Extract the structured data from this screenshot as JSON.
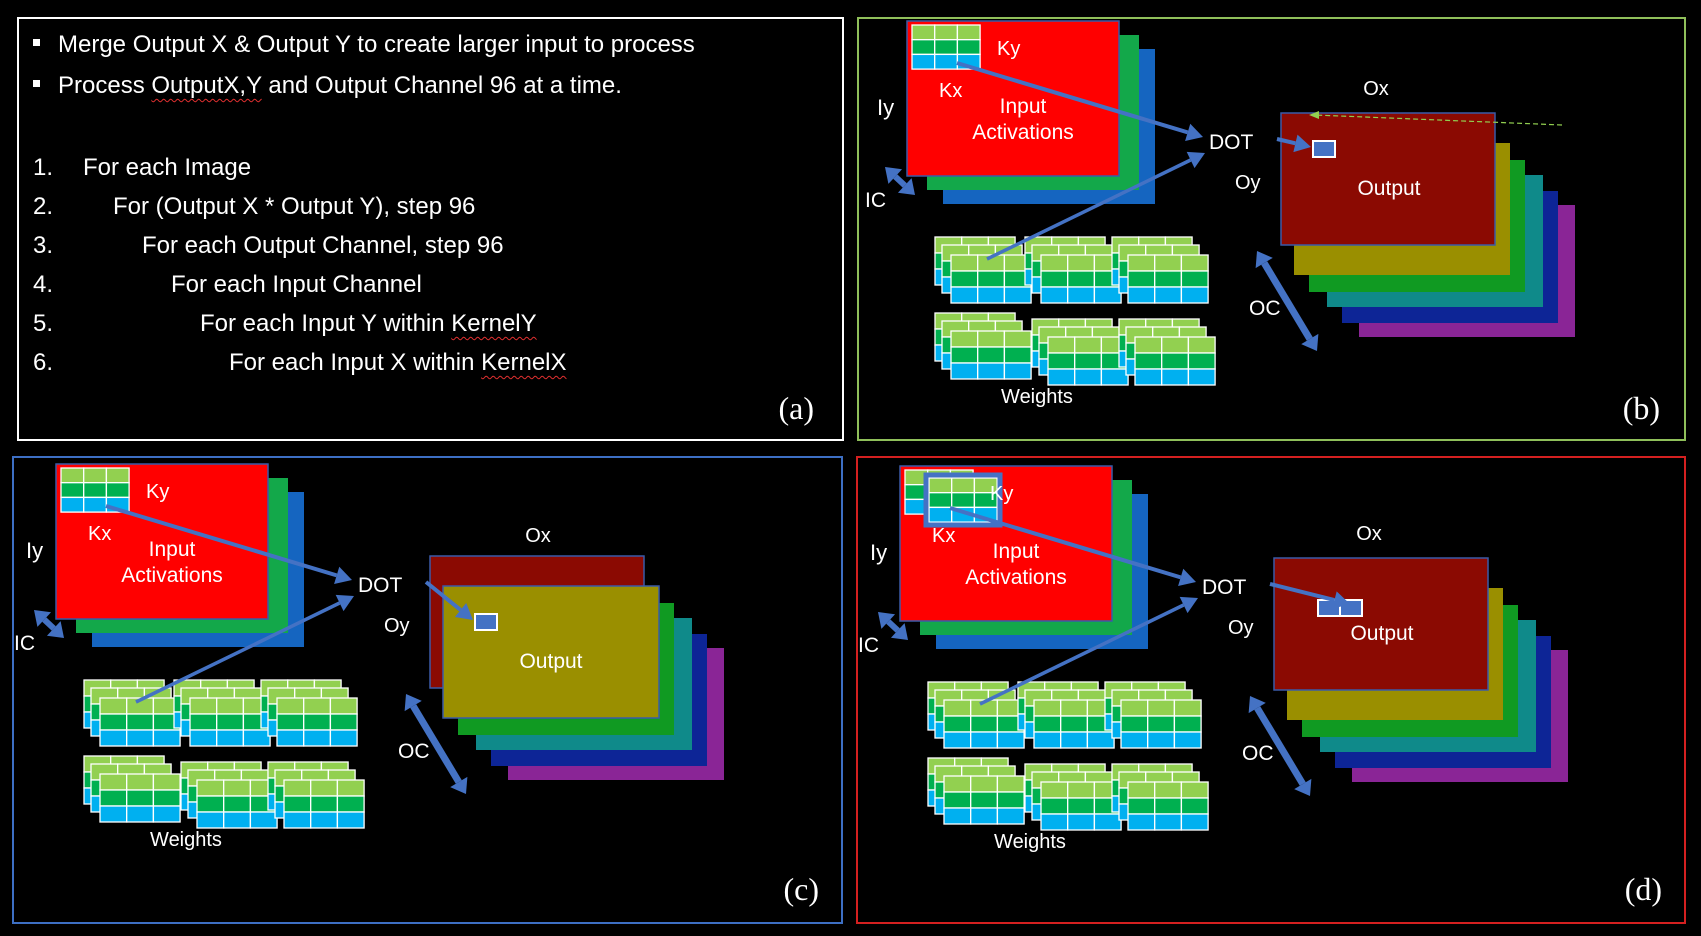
{
  "panel_a": {
    "bullets": [
      "Merge Output X & Output Y to create larger input to process",
      {
        "before": "Process ",
        "squiggle": "OutputX,Y",
        "after": " and Output Channel 96 at a time."
      }
    ],
    "steps": [
      {
        "num": "1.",
        "text": "For each Image"
      },
      {
        "num": "2.",
        "text": "For (Output X * Output Y), step 96"
      },
      {
        "num": "3.",
        "text": "For each Output Channel, step 96"
      },
      {
        "num": "4.",
        "text": "For each Input Channel"
      },
      {
        "num": "5.",
        "text_before": "For each Input Y within ",
        "squiggle": "KernelY"
      },
      {
        "num": "6.",
        "text_before": "For each Input X within ",
        "squiggle": "KernelX"
      }
    ],
    "label": "(a)"
  },
  "diagram_labels": {
    "ky": "Ky",
    "kx": "Kx",
    "iy": "Iy",
    "ic": "IC",
    "input_line1": "Input",
    "input_line2": "Activations",
    "dot": "DOT",
    "ox": "Ox",
    "oy": "Oy",
    "output": "Output",
    "oc": "OC",
    "weights": "Weights"
  },
  "panel_labels": {
    "b": "(b)",
    "c": "(c)",
    "d": "(d)"
  },
  "colors": {
    "input_red": "#ff0000",
    "input_green": "#13a84a",
    "input_blue": "#1565c0",
    "output_darkred": "#8b0a02",
    "output_olive": "#9a8f00",
    "output_green": "#109a22",
    "output_teal": "#0f8a8a",
    "output_navy": "#0d2596",
    "output_purple": "#8a2596",
    "arrow_blue": "#4472c4",
    "cell_lightgreen": "#92d050",
    "cell_green": "#00b050",
    "cell_cyan": "#00b0f0",
    "border_a": "#ffffff",
    "border_b": "#8fbf5a",
    "border_c": "#3d6fc4",
    "border_d": "#d42020"
  },
  "variants": {
    "b": {
      "front_output": "darkred",
      "highlight": "single",
      "scan_arrow": true
    },
    "c": {
      "front_output": "olive",
      "highlight": "single",
      "scan_arrow": false
    },
    "d": {
      "front_output": "darkred",
      "highlight": "double",
      "scan_arrow": false
    }
  }
}
